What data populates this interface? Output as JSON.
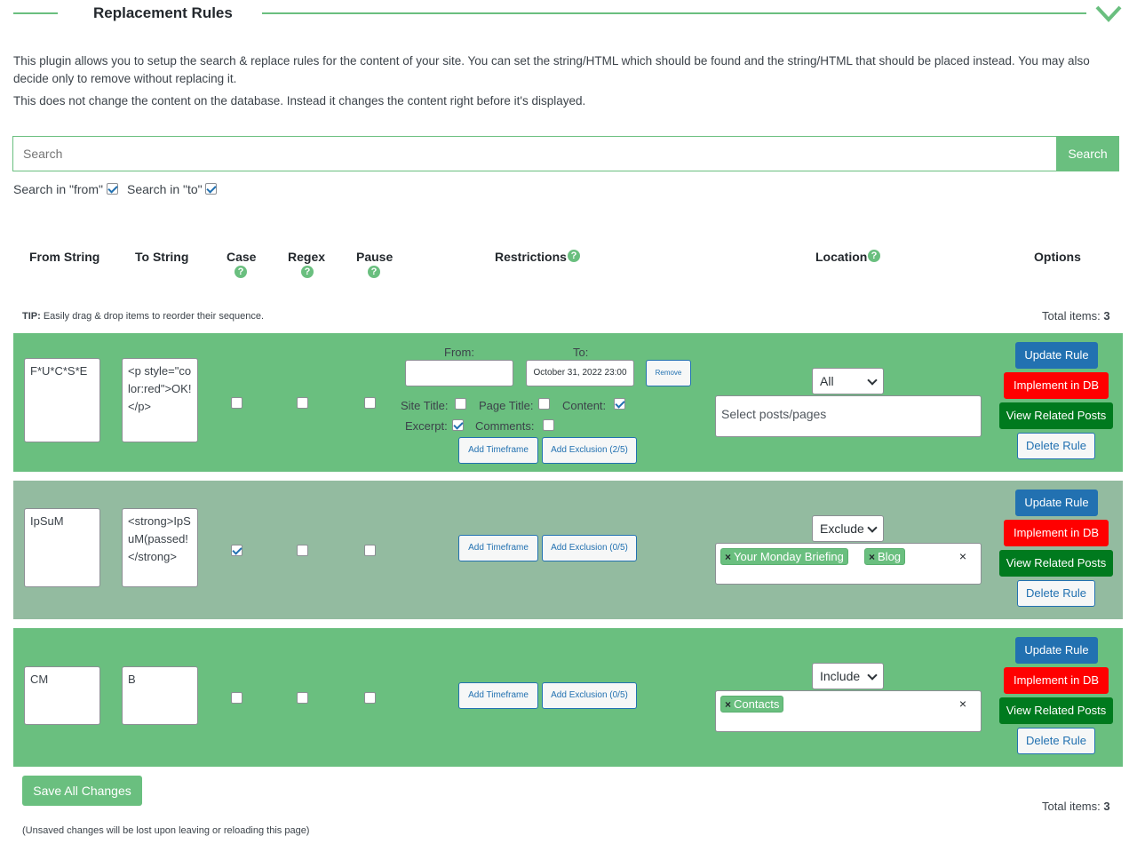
{
  "section": {
    "title": "Replacement Rules"
  },
  "description": {
    "line1": "This plugin allows you to setup the search & replace rules for the content of your site. You can set the string/HTML which should be found and the string/HTML that should be placed instead. You may also decide only to remove without replacing it.",
    "line2": "This does not change the content on the database. Instead it changes the content right before it's displayed."
  },
  "search": {
    "placeholder": "Search",
    "button_label": "Search",
    "in_from_label": "Search in \"from\"",
    "in_from_checked": true,
    "in_to_label": "Search in \"to\"",
    "in_to_checked": true
  },
  "columns": {
    "from": "From String",
    "to": "To String",
    "case": "Case",
    "regex": "Regex",
    "pause": "Pause",
    "restrictions": "Restrictions",
    "location": "Location",
    "options": "Options"
  },
  "tip": {
    "label": "TIP:",
    "text": "Easily drag & drop items to reorder their sequence."
  },
  "total": {
    "label": "Total items:",
    "count": "3"
  },
  "labels": {
    "from": "From:",
    "to": "To:",
    "remove": "Remove",
    "site_title": "Site Title:",
    "page_title": "Page Title:",
    "content": "Content:",
    "excerpt": "Excerpt:",
    "comments": "Comments:",
    "add_timeframe": "Add Timeframe",
    "update_rule": "Update Rule",
    "implement_db": "Implement in DB",
    "view_related": "View Related Posts",
    "delete_rule": "Delete Rule",
    "select_placeholder": "Select posts/pages"
  },
  "rules": [
    {
      "from": "F*U*C*S*E",
      "to": "<p style=\"color:red\">OK!</p>",
      "case": false,
      "regex": false,
      "pause": false,
      "timeframe_from": "",
      "timeframe_to": "October 31, 2022 23:00",
      "site_title": false,
      "page_title": false,
      "content": true,
      "excerpt": true,
      "comments": false,
      "exclusion_label": "Add Exclusion (2/5)",
      "location_mode": "All",
      "tags": [],
      "row_color": "#6abf7f"
    },
    {
      "from": "IpSuM",
      "to": "<strong>IpSuM(passed!</strong>",
      "case": true,
      "regex": false,
      "pause": false,
      "exclusion_label": "Add Exclusion (0/5)",
      "location_mode": "Exclude",
      "tags": [
        "Your Monday Briefing",
        "Blog"
      ],
      "row_color": "#93bba0"
    },
    {
      "from": "CM",
      "to": "B",
      "case": false,
      "regex": false,
      "pause": false,
      "exclusion_label": "Add Exclusion (0/5)",
      "location_mode": "Include",
      "tags": [
        "Contacts"
      ],
      "row_color": "#6abf7f"
    }
  ],
  "footer": {
    "save_label": "Save All Changes",
    "unsaved_note": "(Unsaved changes will be lost upon leaving or reloading this page)"
  },
  "colors": {
    "accent": "#6abf7f",
    "paused_row": "#93bba0",
    "primary": "#2271b1",
    "danger": "#ff0000",
    "success": "#007a1e"
  }
}
